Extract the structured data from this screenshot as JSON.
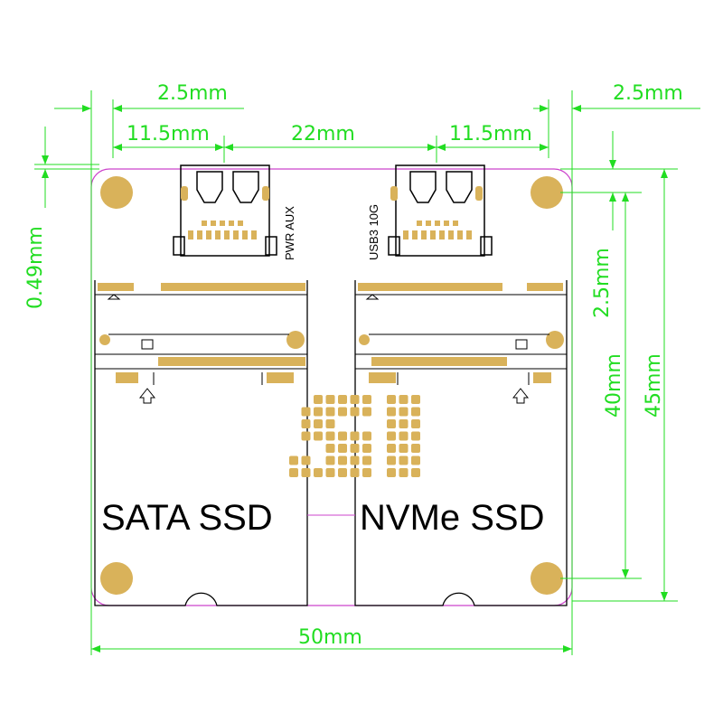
{
  "colors": {
    "dimension": "#22dd22",
    "board_outline": "#cc44cc",
    "pad": "#d9b25a",
    "outline": "#000000"
  },
  "dimensions": {
    "top_left_offset": "2.5mm",
    "top_right_offset": "2.5mm",
    "left_span": "11.5mm",
    "center_span": "22mm",
    "right_span": "11.5mm",
    "left_vertical": "0.49mm",
    "right_offset_vertical": "2.5mm",
    "hole_spacing_vertical": "40mm",
    "board_height": "45mm",
    "board_width": "50mm"
  },
  "connectors": {
    "left_port_label": "PWR AUX",
    "right_port_label": "USB3 10G"
  },
  "slots": {
    "left_label": "SATA SSD",
    "right_label": "NVMe SSD"
  }
}
